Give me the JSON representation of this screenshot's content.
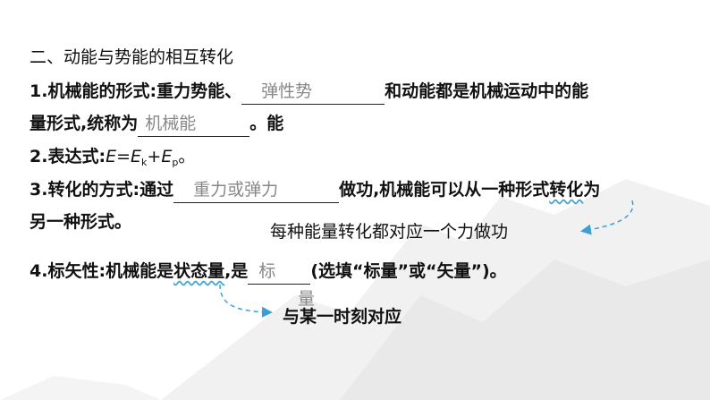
{
  "heading": "二、动能与势能的相互转化",
  "item1": {
    "num": "1",
    "label": ".机械能的形式:",
    "pre": "重力势能、",
    "answer1": "弹性势",
    "mid": "和动能都是机械运动中的能",
    "line2_pre": "量形式,统称为",
    "answer2": "机械能",
    "line2_post": "。能"
  },
  "item2": {
    "num": "2",
    "label": ".表达式:",
    "E": "E",
    "eq": "=",
    "Ek": "E",
    "k": "k",
    "plus": "+",
    "Ep": "E",
    "p": "p",
    "end": "。"
  },
  "item3": {
    "num": "3",
    "label": ".转化的方式:",
    "pre": "通过",
    "answer": "重力或弹力",
    "post1": "做功,机械能可以从一种形式",
    "post_wavy": "转化",
    "post2": "为",
    "line2": "另一种形式。"
  },
  "note1": "每种能量转化都对应一个力做功",
  "item4": {
    "num": "4",
    "label": ".标矢性:",
    "pre": "机械能是",
    "wavy": "状态量",
    "mid": ",是",
    "answer_a": "标",
    "answer_b": "量",
    "post": "(选填“标量”或“矢量”)。"
  },
  "note2": "与某一时刻对应",
  "colors": {
    "arrow": "#3a9fd6",
    "answer": "#888888"
  }
}
